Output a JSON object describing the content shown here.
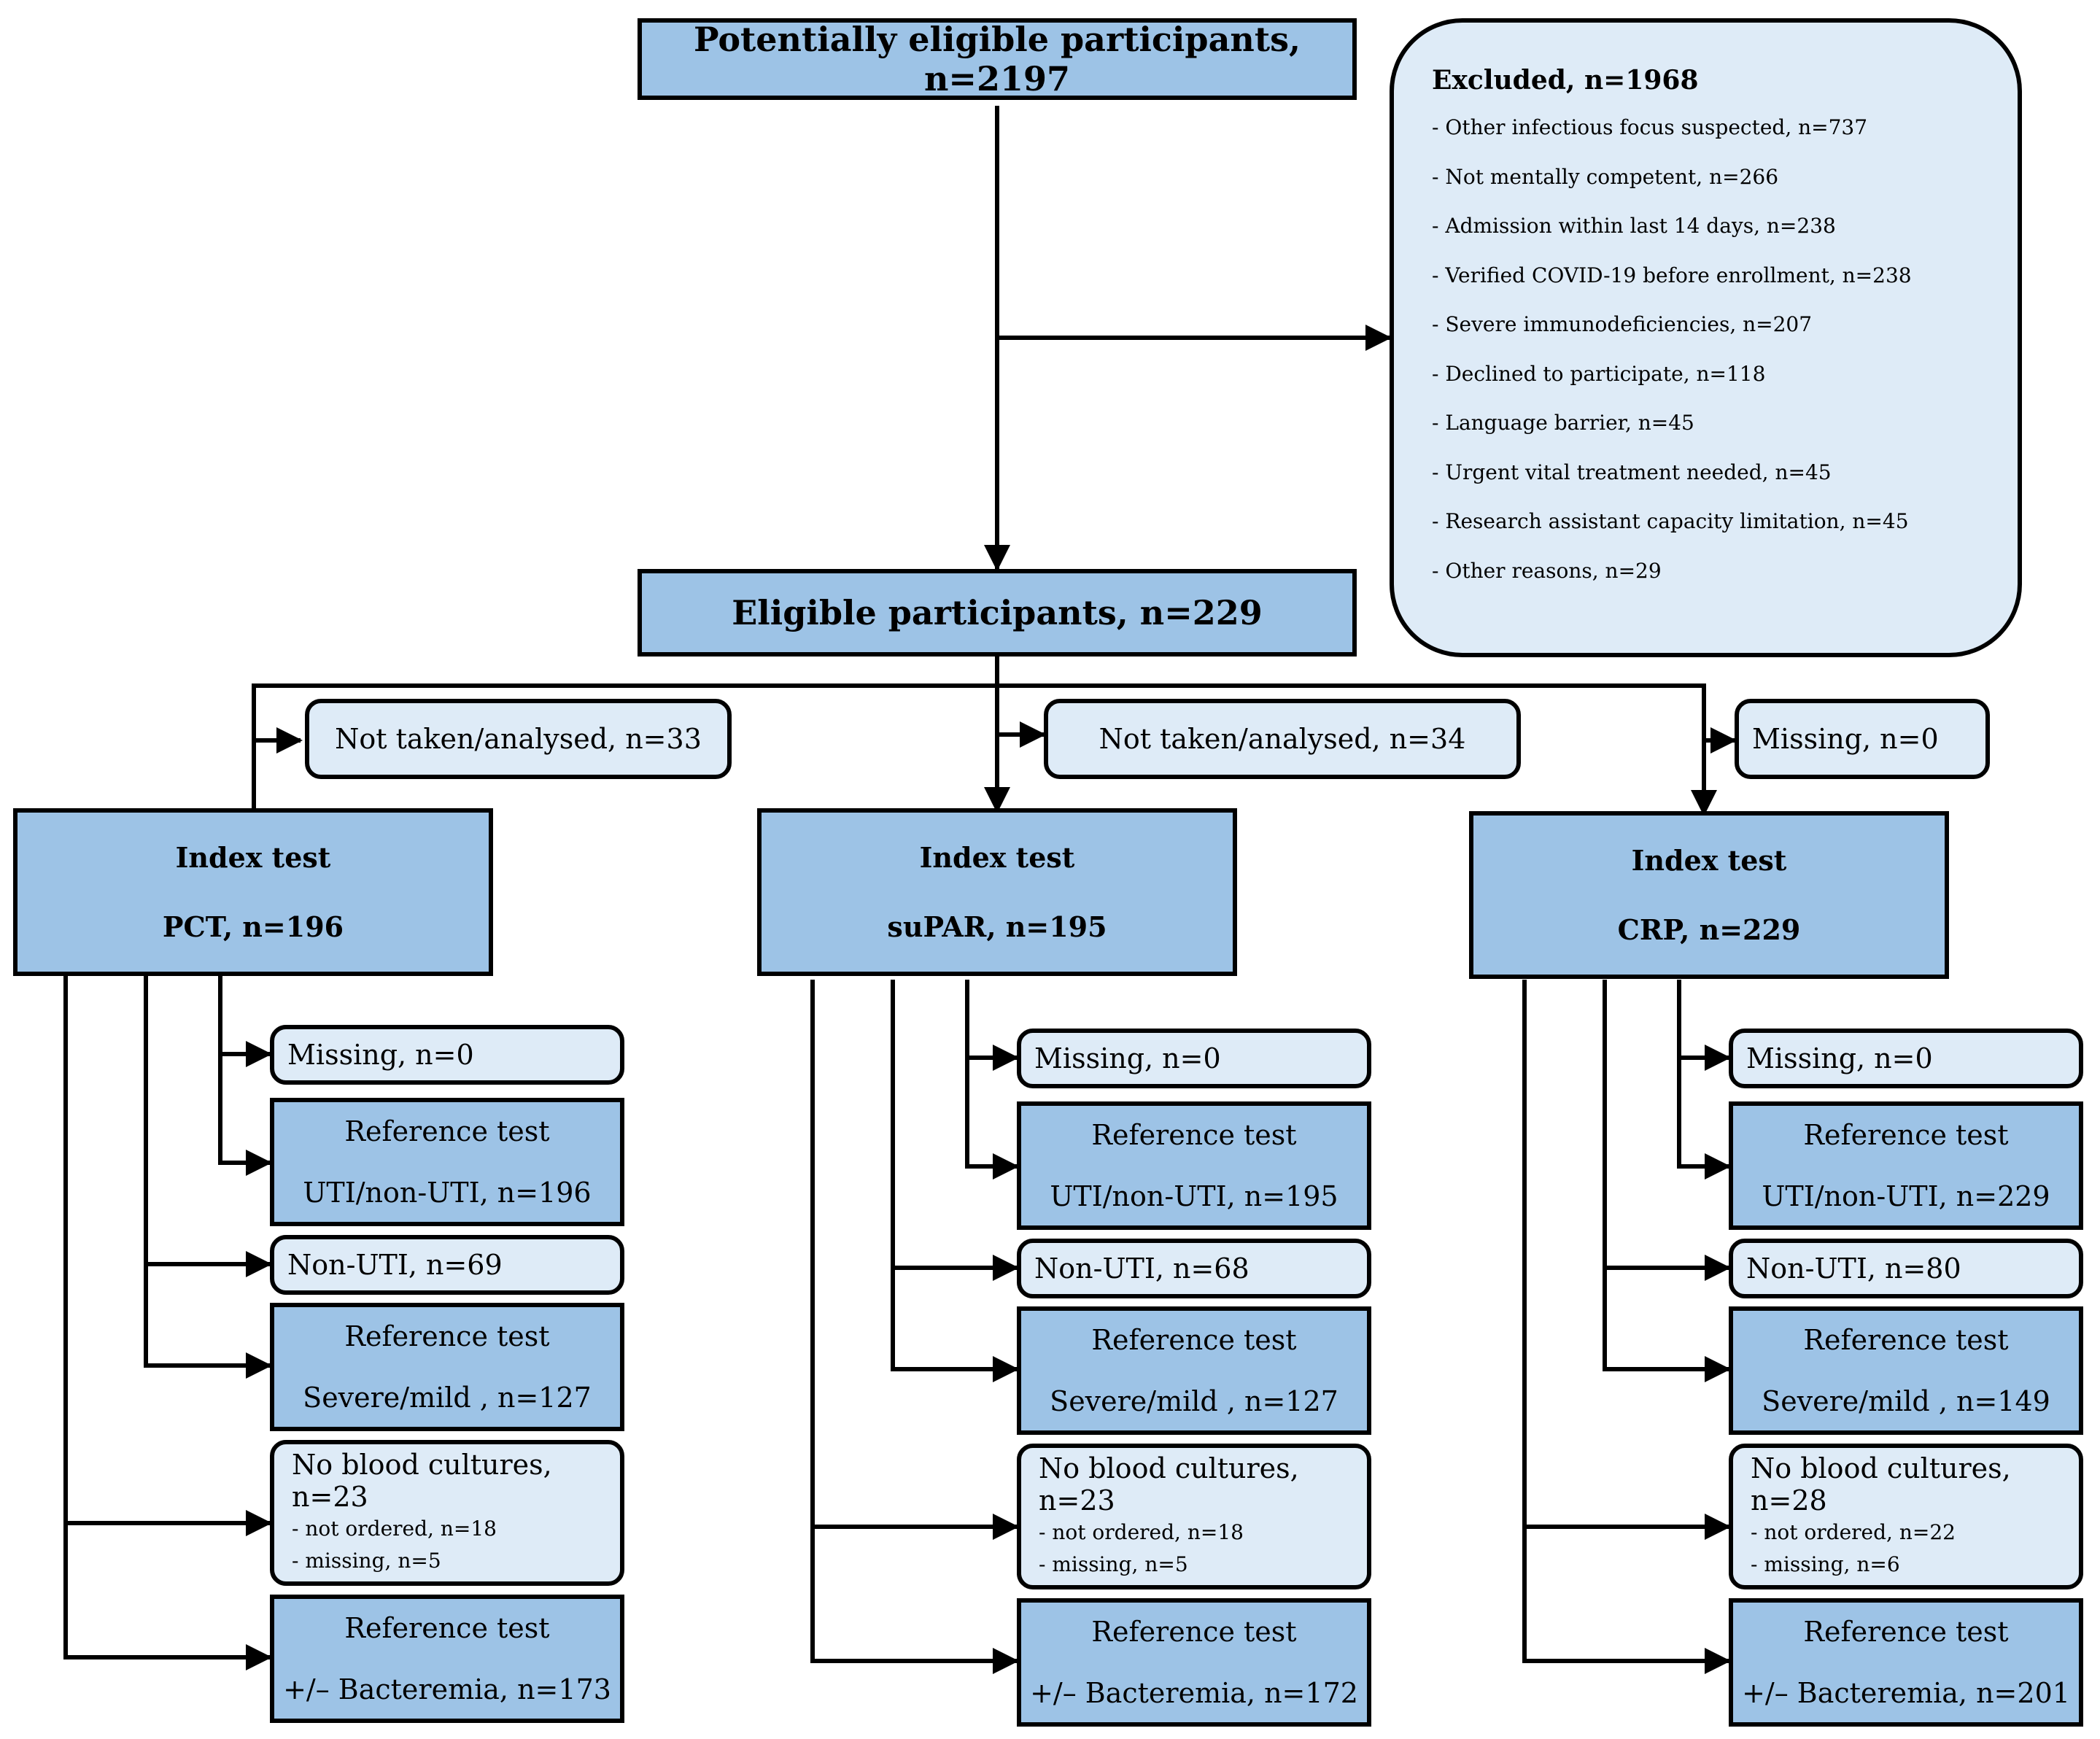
{
  "top": {
    "potentially_eligible": "Potentially eligible participants, n=2197",
    "eligible": "Eligible participants, n=229"
  },
  "excluded": {
    "title": "Excluded, n=1968",
    "reasons": [
      "- Other infectious focus suspected, n=737",
      "- Not mentally competent, n=266",
      "- Admission within last 14 days, n=238",
      "- Verified COVID-19 before enrollment, n=238",
      "- Severe immunodeficiencies, n=207",
      "- Declined to participate, n=118",
      "- Language barrier, n=45",
      "- Urgent vital treatment needed, n=45",
      "- Research assistant capacity limitation, n=45",
      "- Other reasons, n=29"
    ]
  },
  "columns": [
    {
      "pre_missing": "Not taken/analysed, n=33",
      "index_label": "Index test",
      "index_value": "PCT, n=196",
      "missing": "Missing, n=0",
      "ref_label": "Reference test",
      "ref_uti": "UTI/non-UTI, n=196",
      "non_uti": "Non-UTI, n=69",
      "ref_severe": "Severe/mild , n=127",
      "no_blood": "No blood cultures, n=23",
      "not_ordered": "- not ordered, n=18",
      "missing_bc": "- missing, n=5",
      "ref_bact": "+/– Bacteremia, n=173"
    },
    {
      "pre_missing": "Not taken/analysed, n=34",
      "index_label": "Index test",
      "index_value": "suPAR, n=195",
      "missing": "Missing, n=0",
      "ref_label": "Reference test",
      "ref_uti": "UTI/non-UTI, n=195",
      "non_uti": "Non-UTI, n=68",
      "ref_severe": "Severe/mild , n=127",
      "no_blood": "No blood cultures, n=23",
      "not_ordered": "- not ordered, n=18",
      "missing_bc": "- missing, n=5",
      "ref_bact": "+/– Bacteremia, n=172"
    },
    {
      "pre_missing": "Missing, n=0",
      "index_label": "Index test",
      "index_value": "CRP, n=229",
      "missing": "Missing, n=0",
      "ref_label": "Reference test",
      "ref_uti": "UTI/non-UTI, n=229",
      "non_uti": "Non-UTI, n=80",
      "ref_severe": "Severe/mild , n=149",
      "no_blood": "No blood cultures, n=28",
      "not_ordered": "- not ordered, n=22",
      "missing_bc": "- missing, n=6",
      "ref_bact": "+/– Bacteremia, n=201"
    }
  ]
}
